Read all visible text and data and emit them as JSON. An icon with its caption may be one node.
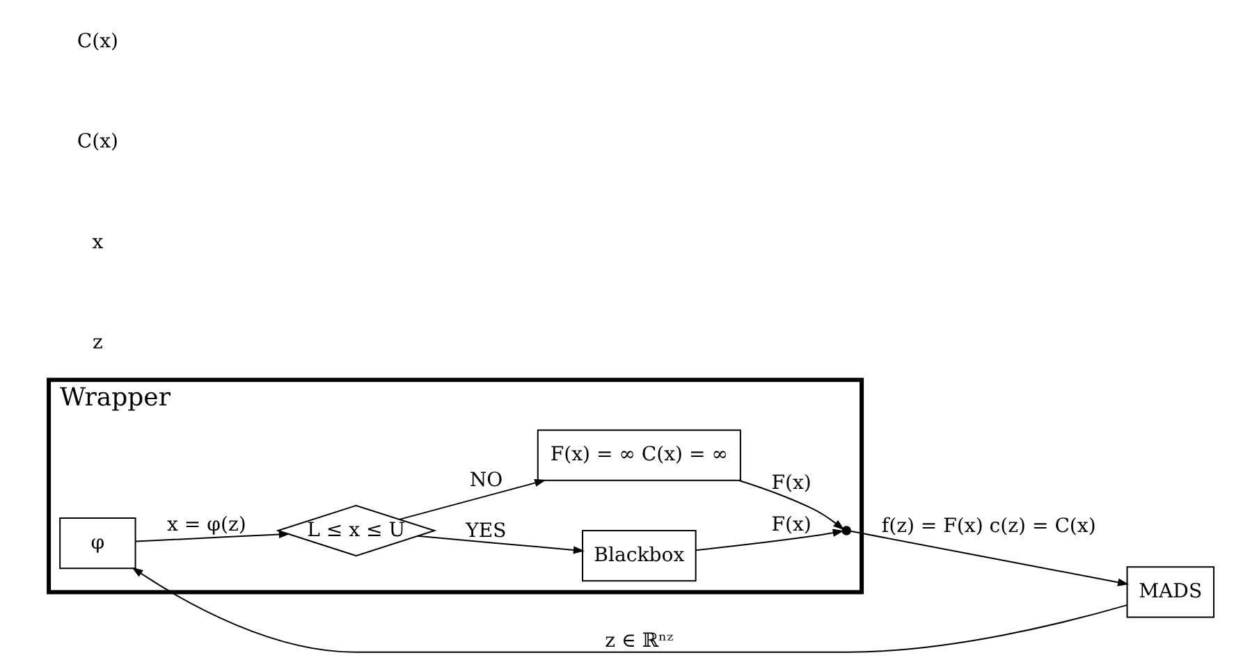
{
  "diagram": {
    "nodes": [
      {
        "text": [
          "Wrapper"
        ]
      },
      {
        "text": [
          "φ"
        ],
        "in": 0
      },
      {
        "text": [
          "L ≤ x ≤ U"
        ],
        "in": 0
      },
      {
        "text": [
          "Blackbox"
        ],
        "in": 0
      },
      {
        "text": [
          "F(x) = ∞ C(x) = ∞"
        ],
        "in": 0
      },
      {
        "text": [],
        "shape": "point",
        "in": 0
      },
      {
        "text": [
          "MADS"
        ]
      }
    ],
    "edges": [
      {
        "from": 6,
        "to": 1,
        "arrow": "to",
        "label": "z ∈ ℝⁿᶻ"
      },
      {
        "from": 1,
        "to": 2,
        "arrow": "to",
        "label": "x = φ(z)"
      },
      {
        "from": 2,
        "to": 3,
        "arrow": "to",
        "label": "YES"
      },
      {
        "from": 2,
        "to": 4,
        "arrow": "to",
        "label": "NO"
      },
      {
        "from": 3,
        "to": 5,
        "arrow": "to",
        "label": "F(x)"
      },
      {
        "from": 4,
        "to": 5,
        "arrow": "to",
        "label": "F(x)"
      },
      {
        "from": 5,
        "to": 6,
        "arrow": "to",
        "label": "f(z) = F(x) c(z) = C(x)"
      }
    ],
    "labels": [
      "z",
      "x",
      "C(x)",
      "C(x)"
    ]
  }
}
